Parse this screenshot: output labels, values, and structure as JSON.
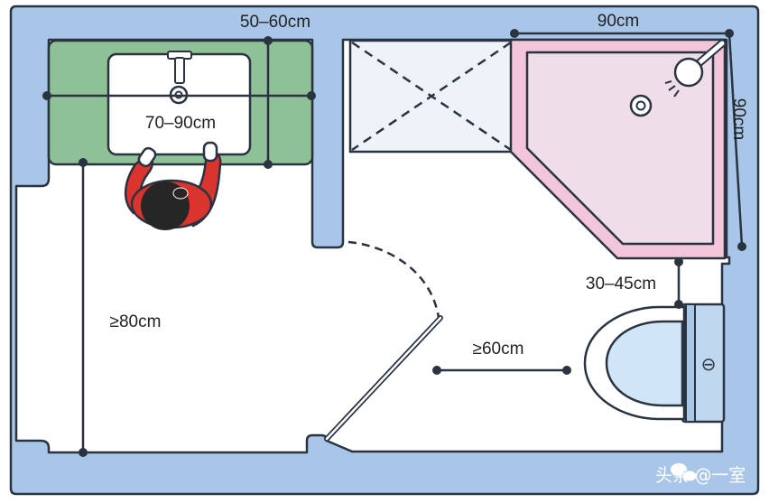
{
  "labels": {
    "sink_gap": "50–60cm",
    "sink_width": "70–90cm",
    "shower_width": "90cm",
    "shower_depth": "90cm",
    "toilet_clearance_side": "30–45cm",
    "aisle_width": "≥80cm",
    "toilet_front_clearance": "≥60cm",
    "flush_symbol": "⊖"
  },
  "watermark": "头条 @一室",
  "colors": {
    "wall": "#a8c6e8",
    "wall_outline": "#2a3340",
    "vanity": "#8fc196",
    "shower_tray": "#f3c5d8",
    "shower_floor": "#efdde7",
    "storage": "#eef3fa",
    "toilet_bowl": "#cfe6f7",
    "tank": "#bfd8f0",
    "person_shirt": "#d9342e",
    "person_hair": "#262626"
  },
  "icons": [
    "faucet-icon",
    "drain-icon",
    "shower-head-icon",
    "floor-drain-icon",
    "flush-button-icon",
    "wechat-icon"
  ]
}
